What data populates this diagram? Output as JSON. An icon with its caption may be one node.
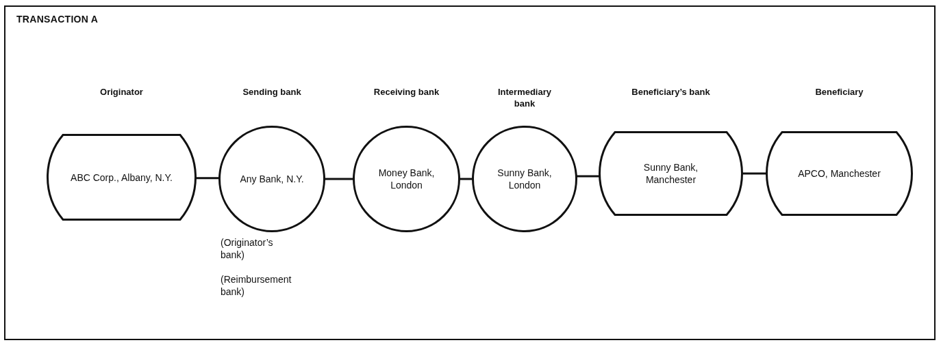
{
  "diagram": {
    "title": "TRANSACTION A",
    "nodes": [
      {
        "text": [
          "Originator",
          "ABC Corp., Albany, N.Y."
        ]
      },
      {
        "text": [
          "Sending bank",
          "Any Bank, N.Y."
        ],
        "beside": [
          "(Originator’s bank)",
          "(Reimbursement bank)"
        ]
      },
      {
        "text": [
          "Receiving bank",
          "Money Bank, London"
        ]
      },
      {
        "text": [
          "Intermediary bank",
          "Sunny Bank, London"
        ]
      },
      {
        "text": [
          "Beneficiary’s bank",
          "Sunny Bank, Manchester"
        ]
      },
      {
        "text": [
          "Beneficiary",
          "APCO, Manchester"
        ]
      }
    ],
    "edges": [
      {
        "from": 0,
        "to": 1,
        "arrow": "none"
      },
      {
        "from": 1,
        "to": 2,
        "arrow": "none"
      },
      {
        "from": 2,
        "to": 3,
        "arrow": "none"
      },
      {
        "from": 3,
        "to": 4,
        "arrow": "none"
      },
      {
        "from": 4,
        "to": 5,
        "arrow": "none"
      }
    ]
  }
}
